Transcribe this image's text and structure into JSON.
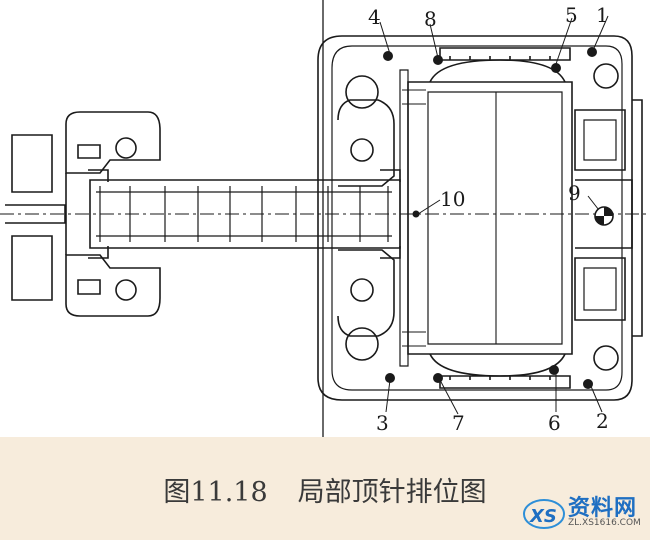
{
  "figure": {
    "caption_number": "图11.18",
    "caption_title": "局部顶针排位图"
  },
  "pins": [
    "1",
    "2",
    "3",
    "4",
    "5",
    "6",
    "7",
    "8",
    "9",
    "10"
  ],
  "watermark": {
    "logo": "XS",
    "text": "资料网",
    "url": "ZL.XS1616.COM"
  },
  "colors": {
    "line": "#1a1a1a",
    "caption_band": "#f7ecdc",
    "watermark_blue": "#1f6fc2"
  }
}
